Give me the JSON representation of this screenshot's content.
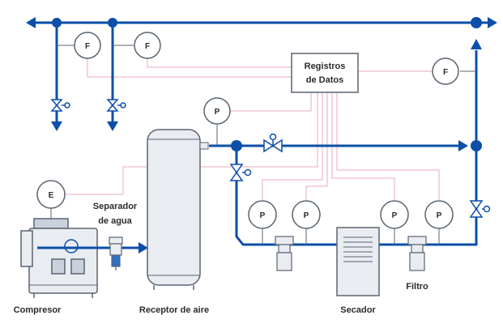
{
  "labels": {
    "data_logger": [
      "Registros",
      "de Datos"
    ],
    "water_separator": [
      "Separador",
      "de agua"
    ],
    "compressor": "Compresor",
    "air_receiver": "Receptor de aire",
    "dryer": "Secador",
    "filter": "Filtro"
  },
  "instruments": {
    "flow": "F",
    "pressure": "P",
    "energy": "E"
  },
  "colors": {
    "pipe": "#0b4fa8",
    "signal": "#e8a9c2",
    "equipment_fill": "#e9edf2",
    "equipment_stroke": "#5a6470",
    "text": "#2b2b2b"
  }
}
